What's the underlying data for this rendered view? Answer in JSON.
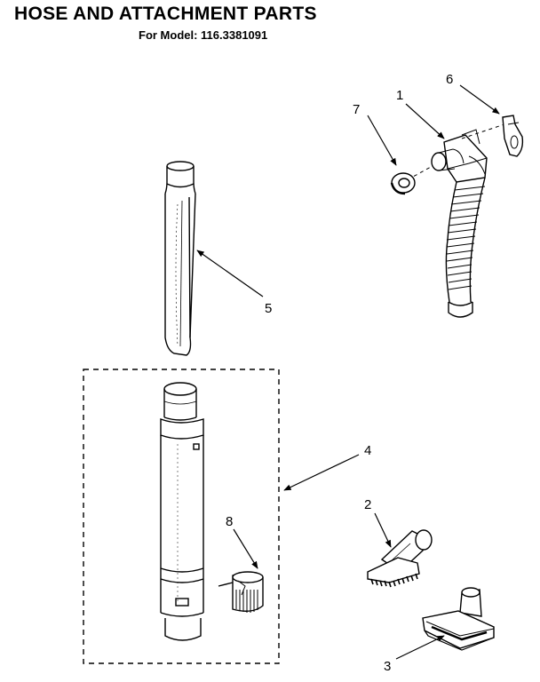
{
  "header": {
    "title": "HOSE AND ATTACHMENT PARTS",
    "subtitle": "For Model: 116.3381091"
  },
  "callouts": {
    "c1": "1",
    "c2": "2",
    "c3": "3",
    "c4": "4",
    "c5": "5",
    "c6": "6",
    "c7": "7",
    "c8": "8"
  }
}
